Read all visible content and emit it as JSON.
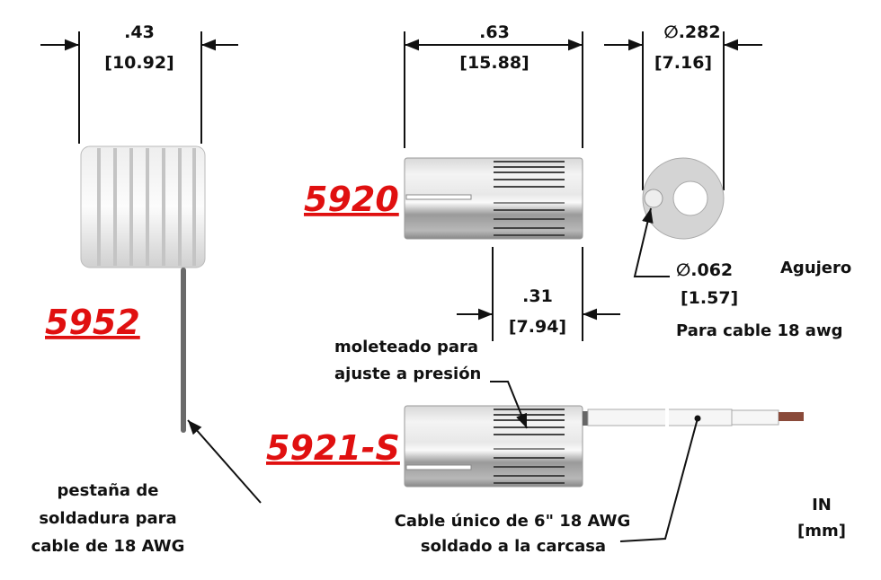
{
  "part_5952": {
    "number": "5952",
    "dim_in": ".43",
    "dim_mm": "[10.92]",
    "note": [
      "pestaña de",
      "soldadura para",
      "cable de 18 AWG"
    ]
  },
  "part_5920": {
    "number": "5920",
    "length_in": ".63",
    "length_mm": "[15.88]",
    "knurl_in": ".31",
    "knurl_mm": "[7.94]"
  },
  "end_view": {
    "diameter_in": "∅.282",
    "diameter_mm": "[7.16]",
    "hole_in": "∅.062",
    "hole_mm": "[1.57]",
    "hole_label": "Agujero",
    "hole_note": "Para cable 18 awg"
  },
  "part_5921s": {
    "number": "5921-S",
    "knurl_note": [
      "moleteado para",
      "ajuste a presión"
    ],
    "cable_note": [
      "Cable único de 6\" 18 AWG",
      "soldado a la carcasa"
    ]
  },
  "units": {
    "line1": "IN",
    "line2": "[mm]"
  },
  "colors": {
    "part_number": "#e01010",
    "copper": "#8a4a3a"
  }
}
